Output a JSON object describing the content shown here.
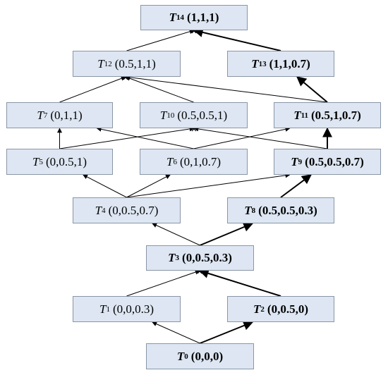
{
  "nodes": [
    {
      "id": "T0",
      "letter": "T",
      "sub": "0",
      "value": "(0,0,0)",
      "bold": true
    },
    {
      "id": "T1",
      "letter": "T",
      "sub": "1",
      "value": "(0,0,0.3)",
      "bold": false
    },
    {
      "id": "T2",
      "letter": "T",
      "sub": "2",
      "value": "(0,0.5,0)",
      "bold": true
    },
    {
      "id": "T3",
      "letter": "T",
      "sub": "3",
      "value": "(0,0.5,0.3)",
      "bold": true
    },
    {
      "id": "T4",
      "letter": "T",
      "sub": "4",
      "value": "(0,0.5,0.7)",
      "bold": false
    },
    {
      "id": "T8",
      "letter": "T",
      "sub": "8",
      "value": "(0.5,0.5,0.3)",
      "bold": true
    },
    {
      "id": "T5",
      "letter": "T",
      "sub": "5",
      "value": "(0,0.5,1)",
      "bold": false
    },
    {
      "id": "T6",
      "letter": "T",
      "sub": "6",
      "value": "(0,1,0.7)",
      "bold": false
    },
    {
      "id": "T9",
      "letter": "T",
      "sub": "9",
      "value": "(0.5,0.5,0.7)",
      "bold": true
    },
    {
      "id": "T7",
      "letter": "T",
      "sub": "7",
      "value": "(0,1,1)",
      "bold": false
    },
    {
      "id": "T10",
      "letter": "T",
      "sub": "10",
      "value": "(0.5,0.5,1)",
      "bold": false
    },
    {
      "id": "T11",
      "letter": "T",
      "sub": "11",
      "value": "(0.5,1,0.7)",
      "bold": true
    },
    {
      "id": "T12",
      "letter": "T",
      "sub": "12",
      "value": "(0.5,1,1)",
      "bold": false
    },
    {
      "id": "T13",
      "letter": "T",
      "sub": "13",
      "value": "(1,1,0.7)",
      "bold": true
    },
    {
      "id": "T14",
      "letter": "T",
      "sub": "14",
      "value": "(1,1,1)",
      "bold": true
    }
  ],
  "edges": [
    {
      "from": "T0",
      "to": "T1",
      "bold": false
    },
    {
      "from": "T0",
      "to": "T2",
      "bold": true
    },
    {
      "from": "T1",
      "to": "T3",
      "bold": false
    },
    {
      "from": "T2",
      "to": "T3",
      "bold": true
    },
    {
      "from": "T3",
      "to": "T4",
      "bold": false
    },
    {
      "from": "T3",
      "to": "T8",
      "bold": true
    },
    {
      "from": "T4",
      "to": "T5",
      "bold": false
    },
    {
      "from": "T4",
      "to": "T6",
      "bold": false
    },
    {
      "from": "T4",
      "to": "T9",
      "bold": false
    },
    {
      "from": "T8",
      "to": "T9",
      "bold": true
    },
    {
      "from": "T5",
      "to": "T7",
      "bold": false
    },
    {
      "from": "T5",
      "to": "T10",
      "bold": false
    },
    {
      "from": "T6",
      "to": "T7",
      "bold": false
    },
    {
      "from": "T6",
      "to": "T11",
      "bold": false
    },
    {
      "from": "T9",
      "to": "T10",
      "bold": false
    },
    {
      "from": "T9",
      "to": "T11",
      "bold": true
    },
    {
      "from": "T7",
      "to": "T12",
      "bold": false
    },
    {
      "from": "T10",
      "to": "T12",
      "bold": false
    },
    {
      "from": "T11",
      "to": "T12",
      "bold": false
    },
    {
      "from": "T11",
      "to": "T13",
      "bold": true
    },
    {
      "from": "T12",
      "to": "T14",
      "bold": false
    },
    {
      "from": "T13",
      "to": "T14",
      "bold": true
    }
  ]
}
